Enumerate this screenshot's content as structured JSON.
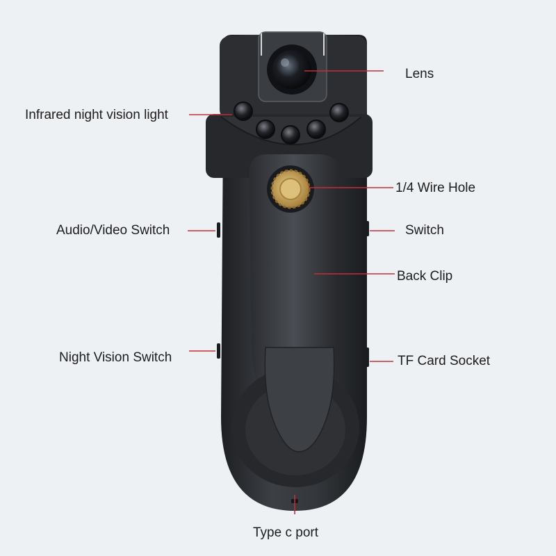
{
  "labels": {
    "lens": "Lens",
    "infrared": "Infrared night vision light",
    "wire_hole": "1/4 Wire Hole",
    "audio_video_switch": "Audio/Video Switch",
    "switch": "Switch",
    "back_clip": "Back Clip",
    "night_vision_switch": "Night Vision Switch",
    "tf_card_socket": "TF Card Socket",
    "type_c_port": "Type c port"
  },
  "colors": {
    "background": "#eef1f4",
    "leader_line": "#c0303a",
    "body": "#2b2d31",
    "clip": "#3a3d42",
    "gear": "#c9a45a"
  }
}
